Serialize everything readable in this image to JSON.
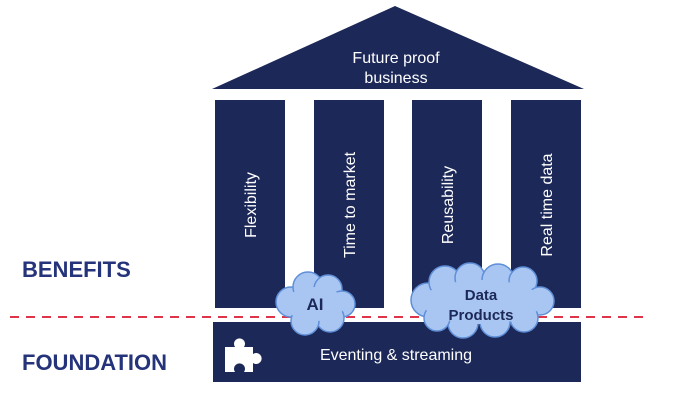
{
  "roof": {
    "line1": "Future proof",
    "line2": "business"
  },
  "pillars": [
    {
      "label": "Flexibility"
    },
    {
      "label": "Time to market"
    },
    {
      "label": "Reusability"
    },
    {
      "label": "Real time data"
    }
  ],
  "sections": {
    "benefits": "BENEFITS",
    "foundation": "FOUNDATION"
  },
  "clouds": {
    "ai": "AI",
    "data_line1": "Data",
    "data_line2": "Products"
  },
  "base": {
    "label": "Eventing & streaming",
    "icon": "puzzle-piece-icon"
  },
  "colors": {
    "navy": "#1c2857",
    "cloud_fill": "#a9c6f2",
    "cloud_stroke": "#5f8fd8",
    "divider": "#e0344a",
    "section_text": "#24337a"
  }
}
